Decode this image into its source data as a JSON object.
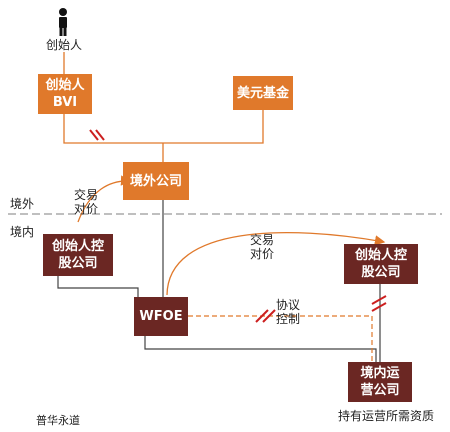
{
  "nodes": {
    "founder_person": "创始人",
    "founder_bvi": "创始人\nBVI",
    "usd_fund": "美元基金",
    "offshore_company": "境外公司",
    "founder_holding_domestic": "创始人控\n股公司",
    "wfoe": "WFOE",
    "founder_holding_right": "创始人控\n股公司",
    "domestic_operating_company": "境内运\n营公司"
  },
  "labels": {
    "offshore": "境外",
    "onshore": "境内",
    "trade_price_left": "交易\n对价",
    "trade_price_right": "交易\n对价",
    "agreement_control": "协议\n控制",
    "operating_license": "持有运营所需资质",
    "footer": "普华永道"
  },
  "colors": {
    "orange": "#e0792b",
    "maroon": "#6b2723",
    "break_mark": "#cc1f1f"
  },
  "icons": {
    "person": "person-icon"
  }
}
